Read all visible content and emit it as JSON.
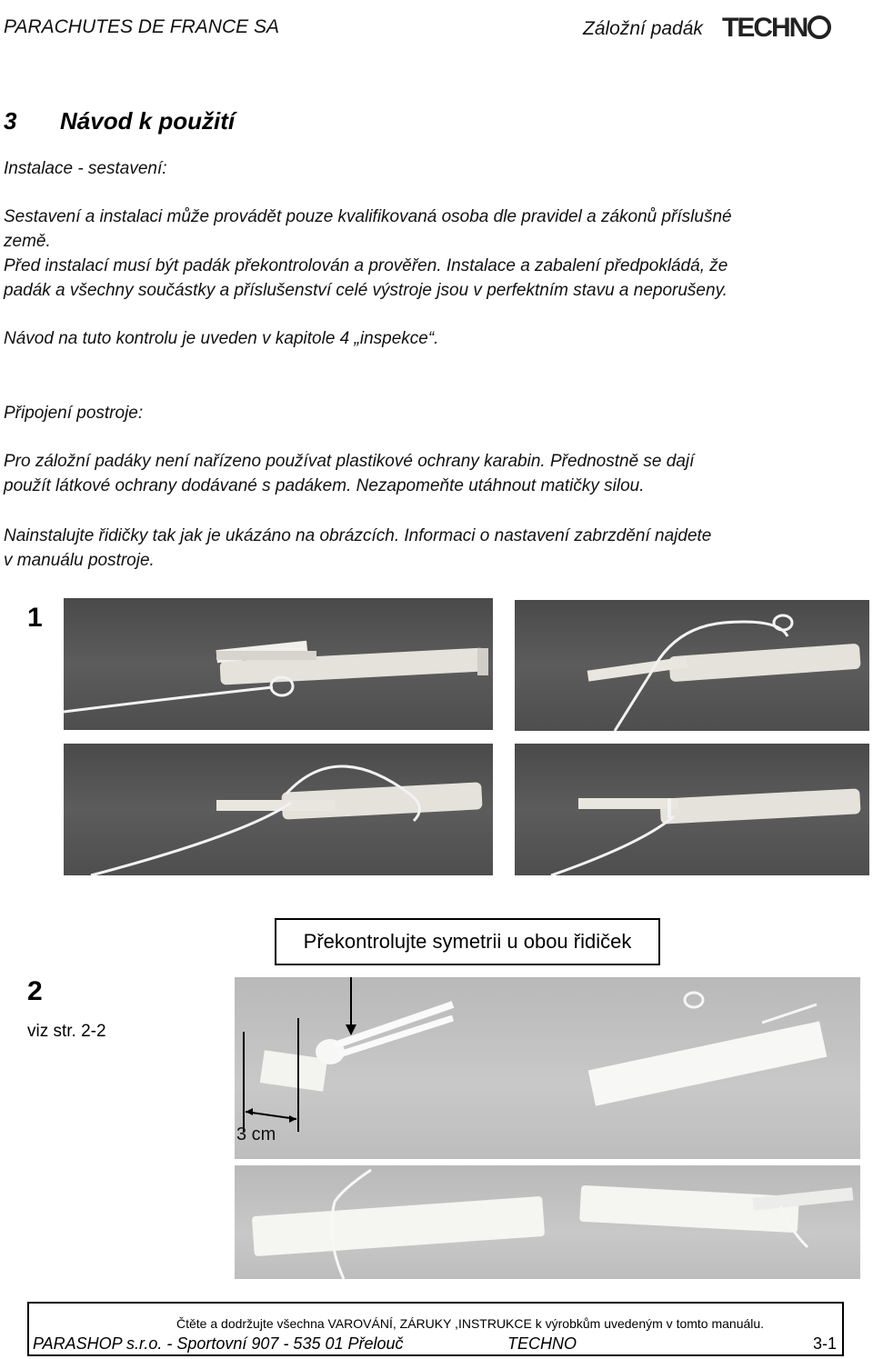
{
  "header": {
    "company": "PARACHUTES DE FRANCE SA",
    "product": "Záložní padák",
    "logo_text": "TECHNO"
  },
  "section": {
    "number": "3",
    "title": "Návod k použití"
  },
  "install": {
    "subtitle": "Instalace - sestavení:",
    "p1_line1": "Sestavení a instalaci může provádět pouze kvalifikovaná osoba dle pravidel a zákonů příslušné",
    "p1_line2": "země.",
    "p1_line3": "Před instalací musí být padák překontrolován a prověřen. Instalace a zabalení předpokládá, že",
    "p1_line4": "padák a všechny součástky a příslušenství celé výstroje jsou v perfektním stavu a neporušeny.",
    "p2": "Návod na tuto kontrolu je uveden v kapitole 4 „inspekce“."
  },
  "harness": {
    "subtitle": "Připojení postroje:",
    "p1_line1": "Pro záložní padáky není nařízeno používat plastikové ochrany karabin. Přednostně se dají",
    "p1_line2": "použít látkové ochrany dodávané s padákem. Nezapomeňte utáhnout matičky silou.",
    "p2_line1": "Nainstalujte řidičky tak jak je ukázáno na obrázcích. Informaci o nastavení zabrzdění najdete",
    "p2_line2": "v manuálu postroje."
  },
  "figure1": {
    "number": "1"
  },
  "figure2": {
    "number": "2",
    "ref": "viz str. 2-2",
    "callout": "Překontrolujte symetrii u obou řidiček",
    "measure": "3 cm"
  },
  "footer": {
    "notice": "Čtěte a dodržujte všechna VAROVÁNÍ, ZÁRUKY ,INSTRUKCE k výrobkům uvedeným v tomto manuálu.",
    "address": "PARASHOP s.r.o. - Sportovní 907 - 535 01 Přelouč",
    "product": "TECHNO",
    "page": "3-1"
  }
}
